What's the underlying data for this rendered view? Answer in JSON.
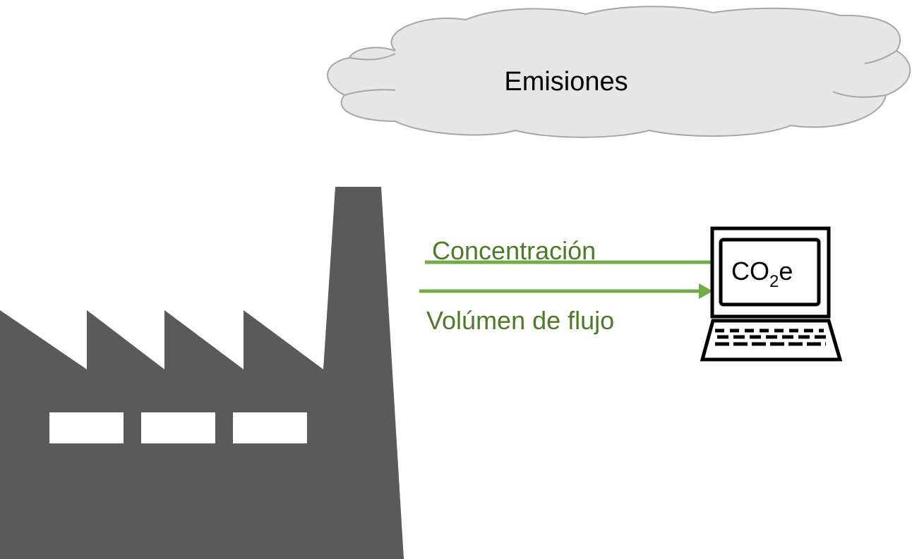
{
  "cloud": {
    "label": "Emisiones"
  },
  "flows": {
    "concentration_label": "Concentración",
    "flow_volume_label": "Volúmen de flujo"
  },
  "computer": {
    "result_prefix": "CO",
    "result_subscript": "2",
    "result_suffix": "e"
  },
  "colors": {
    "factory": "#5a5a5a",
    "factory_windows": "#ffffff",
    "cloud_fill": "#e6e6e6",
    "cloud_stroke": "#a6a6a6",
    "arrow": "#70ad47",
    "flow_text": "#4f7a28",
    "computer_stroke": "#000000"
  },
  "icons": {
    "factory": "factory-icon",
    "cloud": "cloud-shape",
    "computer": "computer-icon"
  }
}
